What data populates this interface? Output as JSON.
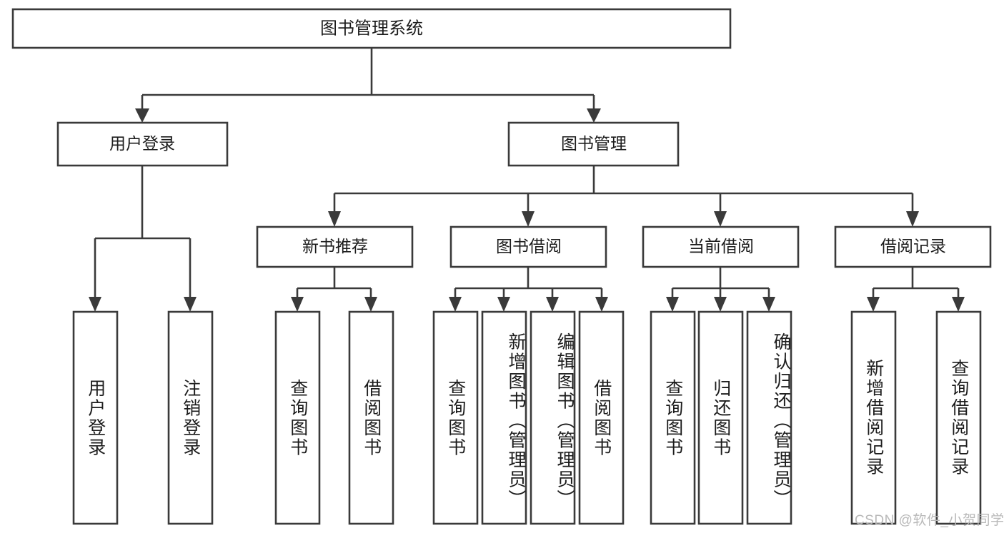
{
  "diagram": {
    "type": "tree-hierarchy-chart",
    "title": "图书管理系统",
    "colors": {
      "background": "#ffffff",
      "box_stroke": "#3a3a3a",
      "box_fill": "#ffffff",
      "text": "#1c1c1c",
      "watermark": "#b9b9b9"
    },
    "root": {
      "label": "图书管理系统"
    },
    "level2": [
      {
        "id": "user-login",
        "label": "用户登录"
      },
      {
        "id": "book-manage",
        "label": "图书管理"
      }
    ],
    "level3": [
      {
        "id": "new-book-recommend",
        "label": "新书推荐",
        "parent": "book-manage"
      },
      {
        "id": "book-borrow",
        "label": "图书借阅",
        "parent": "book-manage"
      },
      {
        "id": "current-borrow",
        "label": "当前借阅",
        "parent": "book-manage"
      },
      {
        "id": "borrow-record",
        "label": "借阅记录",
        "parent": "book-manage"
      }
    ],
    "leaves": {
      "user-login": [
        {
          "id": "leaf-user-login",
          "label": "用户登录"
        },
        {
          "id": "leaf-user-logout",
          "label": "注销登录"
        }
      ],
      "new-book-recommend": [
        {
          "id": "leaf-query-book-1",
          "label": "查询图书"
        },
        {
          "id": "leaf-borrow-book-1",
          "label": "借阅图书"
        }
      ],
      "book-borrow": [
        {
          "id": "leaf-query-book-2",
          "label": "查询图书"
        },
        {
          "id": "leaf-add-book",
          "label": "新增图书（管理员）"
        },
        {
          "id": "leaf-edit-book",
          "label": "编辑图书（管理员）"
        },
        {
          "id": "leaf-borrow-book-2",
          "label": "借阅图书"
        }
      ],
      "current-borrow": [
        {
          "id": "leaf-query-book-3",
          "label": "查询图书"
        },
        {
          "id": "leaf-return-book",
          "label": "归还图书"
        },
        {
          "id": "leaf-confirm-return",
          "label": "确认归还（管理员）"
        }
      ],
      "borrow-record": [
        {
          "id": "leaf-add-record",
          "label": "新增借阅记录"
        },
        {
          "id": "leaf-query-record",
          "label": "查询借阅记录"
        }
      ]
    }
  },
  "watermark": {
    "text": "CSDN @软件_小贺同学"
  }
}
